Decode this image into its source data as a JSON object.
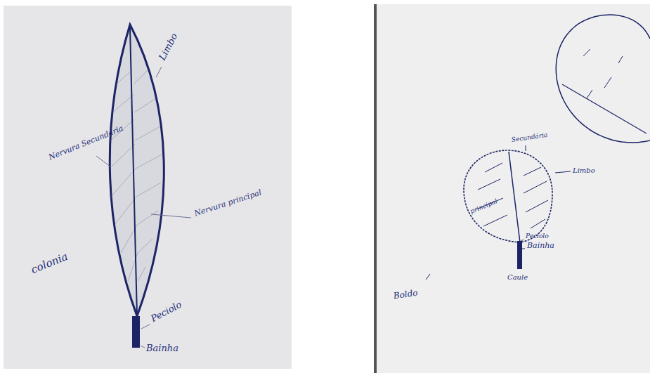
{
  "diagram": {
    "labels": [
      "Limbo",
      "Nervura Secundária",
      "Nervura principal",
      "colonia",
      "Peciolo",
      "Bainha",
      "Secundária",
      "principal",
      "Limbo",
      "Peciolo",
      "Bainha",
      "Caule",
      "Boldo"
    ]
  }
}
